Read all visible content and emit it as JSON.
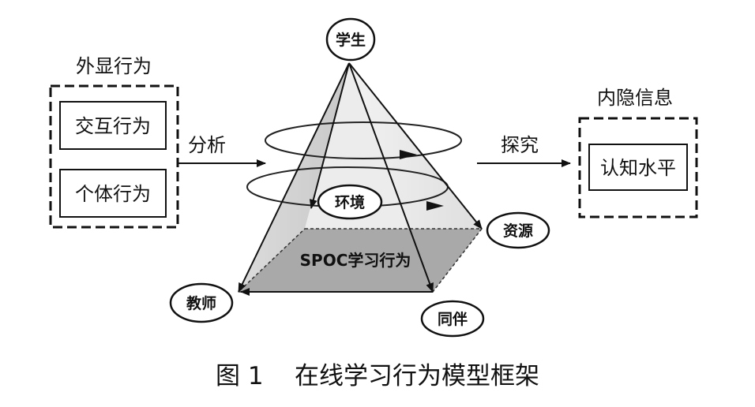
{
  "left_group": {
    "title": "外显行为",
    "items": [
      "交互行为",
      "个体行为"
    ]
  },
  "right_group": {
    "title": "内隐信息",
    "item": "认知水平"
  },
  "arrows": {
    "analyze": "分析",
    "explore": "探究"
  },
  "nodes": {
    "student": "学生",
    "environment": "环境",
    "resource": "资源",
    "teacher": "教师",
    "peer": "同伴"
  },
  "base_label": "SPOC学习行为",
  "caption": "图 1    在线学习行为模型框架"
}
